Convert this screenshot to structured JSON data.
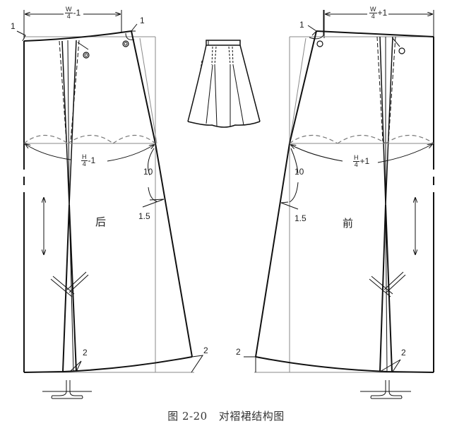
{
  "figure": {
    "caption_number": "图 2-20",
    "caption_title": "对褶裙结构图"
  },
  "back_panel": {
    "label": "后",
    "waist_measure": {
      "numerator": "W",
      "denominator": "4",
      "suffix": "-1"
    },
    "hip_measure": {
      "numerator": "H",
      "denominator": "4",
      "suffix": "-1"
    },
    "waist_rise_left": "1",
    "waist_rise_right": "1",
    "side_curve_length": "10",
    "side_offset": "1.5",
    "hem_rise_center": "2",
    "hem_rise_side": "2"
  },
  "front_panel": {
    "label": "前",
    "waist_measure": {
      "numerator": "W",
      "denominator": "4",
      "suffix": "+1"
    },
    "hip_measure": {
      "numerator": "H",
      "denominator": "4",
      "suffix": "+1"
    },
    "waist_rise_side": "1",
    "side_curve_length": "10",
    "side_offset": "1.5",
    "hem_rise_side": "2",
    "hem_rise_center": "2"
  },
  "colors": {
    "line": "#111111",
    "guide": "#8a8a8a",
    "caption": "#333333"
  }
}
